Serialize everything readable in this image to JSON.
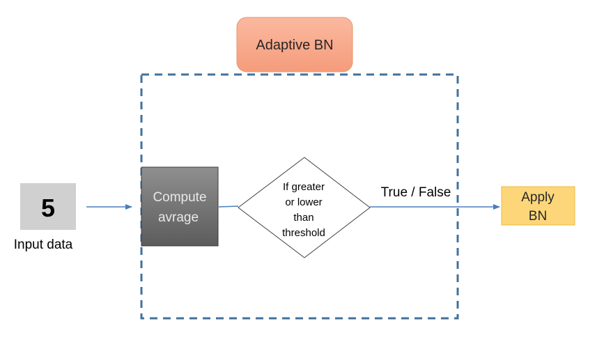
{
  "diagram": {
    "title": "Adaptive BN",
    "input": {
      "value": "5",
      "label": "Input data"
    },
    "compute": {
      "line1": "Compute",
      "line2": "avrage"
    },
    "decision": {
      "line1": "If greater",
      "line2": "or lower",
      "line3": "than",
      "line4": "threshold"
    },
    "edge_label": "True / False",
    "apply": {
      "line1": "Apply",
      "line2": "BN"
    },
    "colors": {
      "title_fill": "#f8a88a",
      "title_stroke": "#e8956e",
      "dashed_border": "#41719c",
      "input_fill": "#d0d0d0",
      "compute_fill_top": "#8a8a8a",
      "compute_fill_bottom": "#5a5a5a",
      "apply_fill": "#fdd67a",
      "apply_stroke": "#f0b840",
      "arrow": "#4a7ebb"
    }
  }
}
